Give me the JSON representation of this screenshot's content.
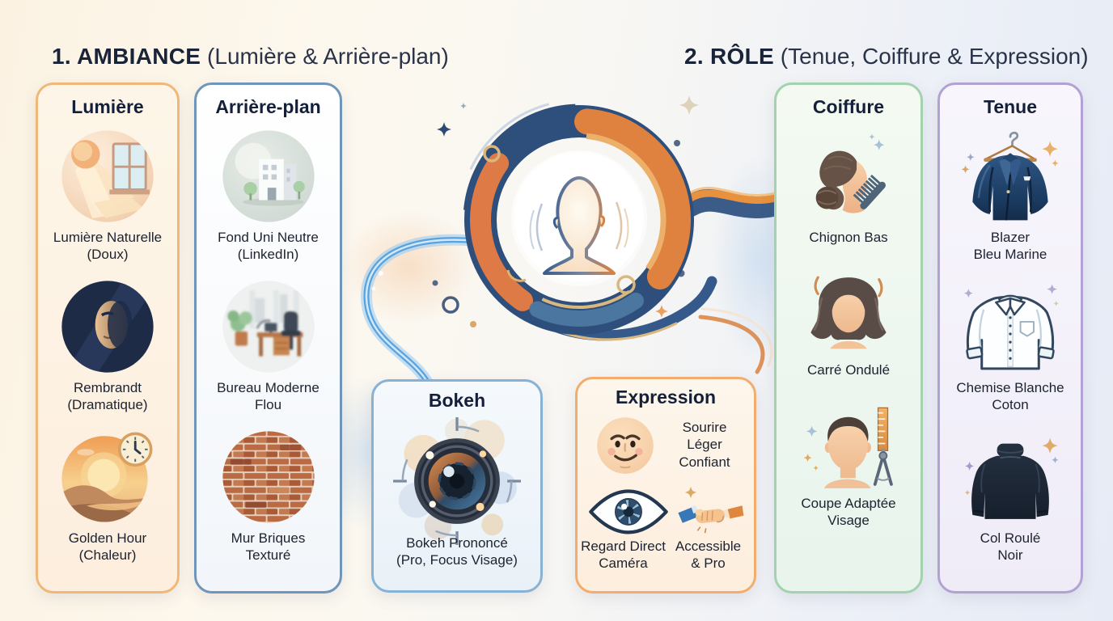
{
  "headers": {
    "ambiance": {
      "label": "1. AMBIANCE",
      "subtitle": " (Lumière & Arrière-plan)"
    },
    "role": {
      "label": "2. RÔLE",
      "subtitle": " (Tenue, Coiffure & Expression)"
    }
  },
  "cards": {
    "lumiere": {
      "title": "Lumière",
      "items": [
        {
          "icon": "sun-window-icon",
          "label": "Lumière Naturelle\n(Doux)"
        },
        {
          "icon": "rembrandt-face-icon",
          "label": "Rembrandt\n(Dramatique)"
        },
        {
          "icon": "golden-hour-clock-icon",
          "label": "Golden Hour\n(Chaleur)"
        }
      ]
    },
    "arriere_plan": {
      "title": "Arrière-plan",
      "items": [
        {
          "icon": "neutral-building-icon",
          "label": "Fond Uni Neutre\n(LinkedIn)"
        },
        {
          "icon": "blurred-office-icon",
          "label": "Bureau Moderne\nFlou"
        },
        {
          "icon": "brick-wall-icon",
          "label": "Mur Briques\nTexturé"
        }
      ]
    },
    "bokeh": {
      "title": "Bokeh",
      "items": [
        {
          "icon": "camera-lens-icon",
          "label": "Bokeh Prononcé\n(Pro, Focus Visage)"
        }
      ]
    },
    "expression": {
      "title": "Expression",
      "smile": {
        "icon": "smiling-face-icon",
        "label": "Sourire\nLéger\nConfiant"
      },
      "gaze": {
        "icon": "eye-camera-icon",
        "label": "Regard Direct\nCaméra"
      },
      "pro": {
        "icon": "handshake-icon",
        "label": "Accessible\n& Pro"
      }
    },
    "coiffure": {
      "title": "Coiffure",
      "items": [
        {
          "icon": "low-bun-comb-icon",
          "label": "Chignon Bas"
        },
        {
          "icon": "wavy-bob-icon",
          "label": "Carré Ondulé"
        },
        {
          "icon": "face-ruler-compass-icon",
          "label": "Coupe Adaptée\nVisage"
        }
      ]
    },
    "tenue": {
      "title": "Tenue",
      "items": [
        {
          "icon": "navy-blazer-icon",
          "label": "Blazer\nBleu Marine"
        },
        {
          "icon": "white-shirt-icon",
          "label": "Chemise Blanche\nCoton"
        },
        {
          "icon": "black-turtleneck-icon",
          "label": "Col Roulé\nNoir"
        }
      ]
    }
  },
  "colors": {
    "lumiere-border": "#f0b878",
    "arriere-border": "#6f95ba",
    "bokeh-border": "#88b2d4",
    "expression-border": "#f2ac6e",
    "coiffure-border": "#a2d2ae",
    "tenue-border": "#b2a2d4",
    "title-color": "#14203a",
    "label-color": "#1c222f",
    "swirl-navy": "#2e4f7b",
    "swirl-orange": "#e0823f",
    "swirl-gold": "#d9b87f"
  }
}
